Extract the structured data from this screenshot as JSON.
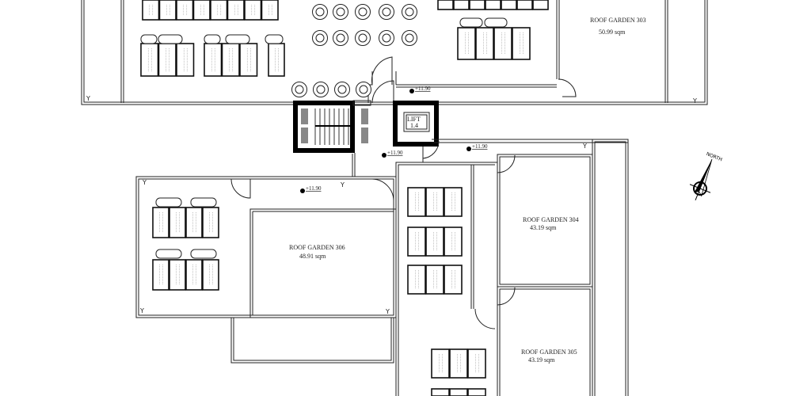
{
  "rooms": [
    {
      "name": "ROOF GARDEN 303",
      "area": "50.99 sqm"
    },
    {
      "name": "ROOF GARDEN 304",
      "area": "43.19 sqm"
    },
    {
      "name": "ROOF GARDEN 305",
      "area": "43.19 sqm"
    },
    {
      "name": "ROOF GARDEN 306",
      "area": "48.91 sqm"
    }
  ],
  "lift": {
    "label": "LIFT",
    "sub": "1.4"
  },
  "level_mark": "+11.90",
  "north_label": "NORTH",
  "grid_mark": "Y"
}
